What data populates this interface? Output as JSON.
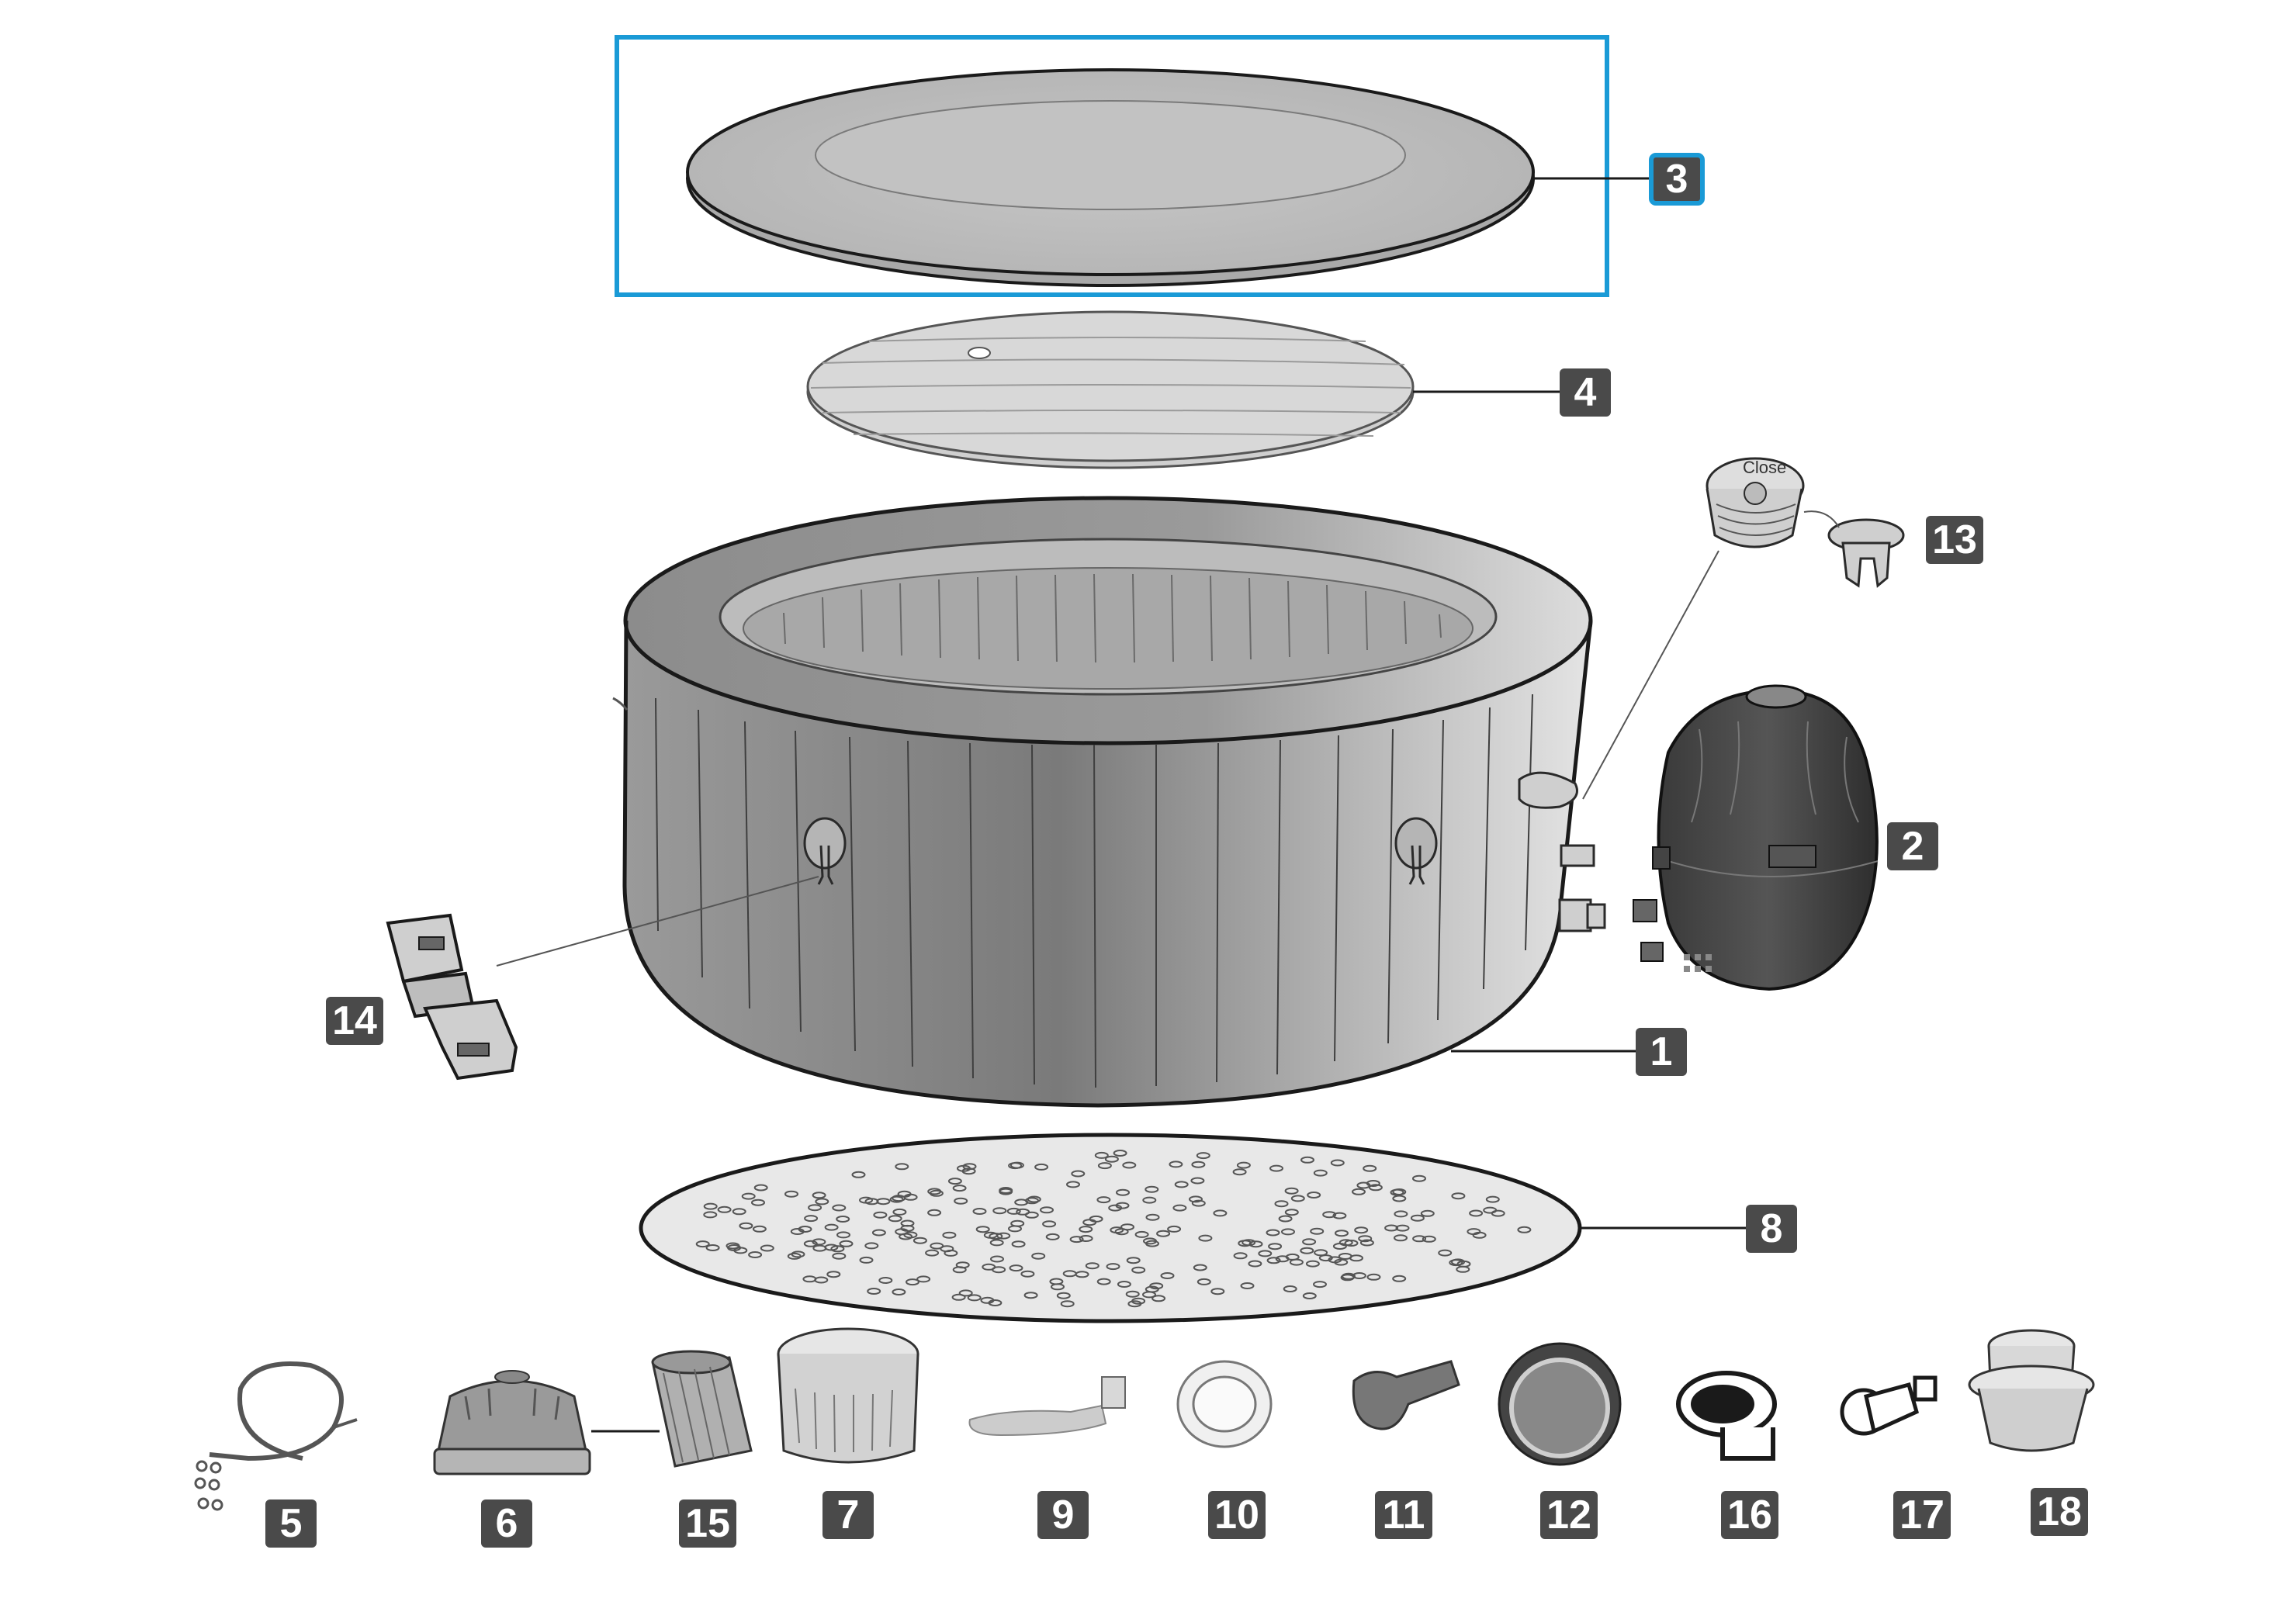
{
  "diagram": {
    "selected_part": "3",
    "parts": [
      {
        "id": "3",
        "label": "3"
      },
      {
        "id": "4",
        "label": "4"
      },
      {
        "id": "13",
        "label": "13"
      },
      {
        "id": "2",
        "label": "2"
      },
      {
        "id": "14",
        "label": "14"
      },
      {
        "id": "1",
        "label": "1"
      },
      {
        "id": "8",
        "label": "8"
      },
      {
        "id": "5",
        "label": "5"
      },
      {
        "id": "6",
        "label": "6"
      },
      {
        "id": "15",
        "label": "15"
      },
      {
        "id": "7",
        "label": "7"
      },
      {
        "id": "9",
        "label": "9"
      },
      {
        "id": "10",
        "label": "10"
      },
      {
        "id": "11",
        "label": "11"
      },
      {
        "id": "12",
        "label": "12"
      },
      {
        "id": "16",
        "label": "16"
      },
      {
        "id": "17",
        "label": "17"
      },
      {
        "id": "18",
        "label": "18"
      }
    ],
    "valve_text": "Close"
  },
  "colors": {
    "badge": "#4a4a4a",
    "selection": "#1a9ad6"
  }
}
